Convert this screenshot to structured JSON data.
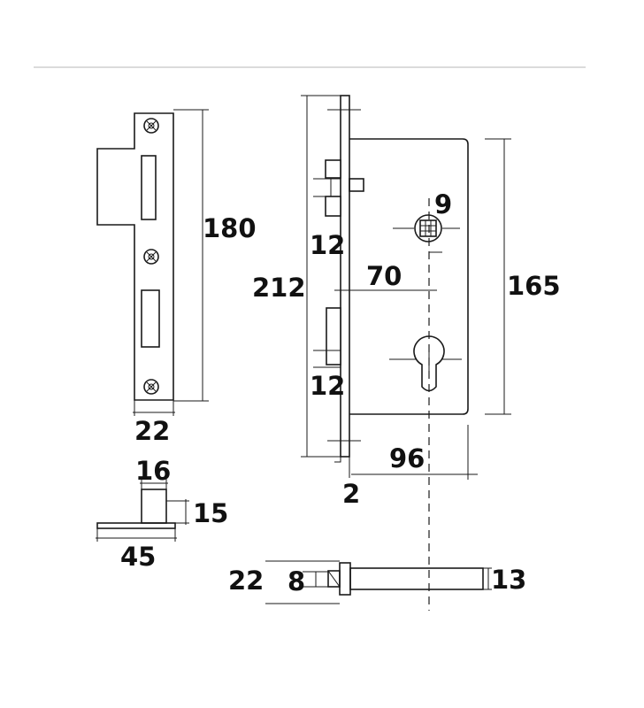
{
  "dimensions": {
    "strike_height": "180",
    "strike_width": "22",
    "latch_width": "16",
    "latch_height": "15",
    "plate_width": "45",
    "faceplate_height": "212",
    "bolt_gap_top": "12",
    "bolt_gap_bottom": "12",
    "spindle_square": "9",
    "backset": "70",
    "case_height": "165",
    "case_depth": "96",
    "faceplate_thickness": "2",
    "rod_diameter": "22",
    "rod_square": "8",
    "rod_end": "13"
  },
  "colors": {
    "line": "#1a1a1a",
    "text": "#111111",
    "rule": "#cfcfcf"
  }
}
